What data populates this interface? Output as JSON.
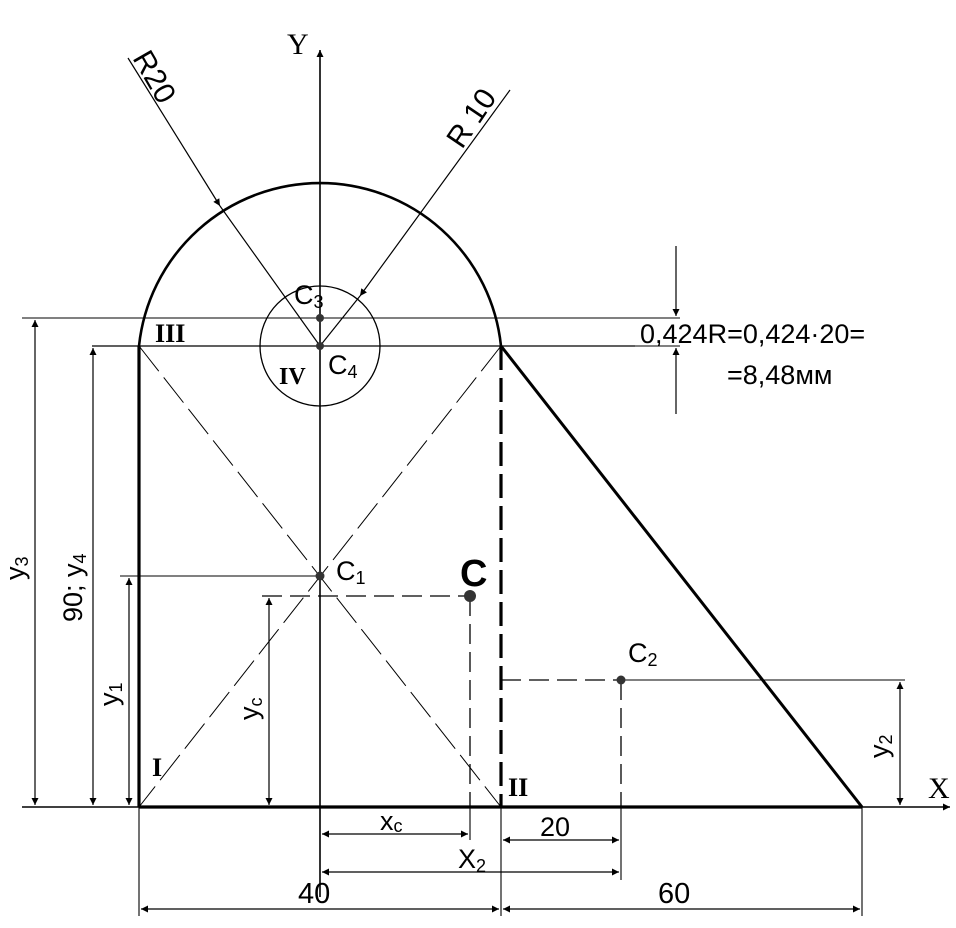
{
  "axes": {
    "x_label": "X",
    "y_label": "Y"
  },
  "callouts": {
    "r20": "R20",
    "r10": "R 10"
  },
  "points": {
    "c": "C",
    "c1": "C",
    "c1_sub": "1",
    "c2": "C",
    "c2_sub": "2",
    "c3": "C",
    "c3_sub": "3",
    "c4": "C",
    "c4_sub": "4"
  },
  "regions": {
    "r1": "I",
    "r2": "II",
    "r3": "III",
    "r4": "IV"
  },
  "dimensions": {
    "y3": "y",
    "y3_sub": "3",
    "y90": "90; y",
    "y90_sub": "4",
    "y1": "y",
    "y1_sub": "1",
    "yc": "y",
    "yc_sub": "c",
    "y2": "y",
    "y2_sub": "2",
    "xc": "x",
    "xc_sub": "c",
    "x2": "X",
    "x2_sub": "2",
    "d20": "20",
    "d40": "40",
    "d60": "60"
  },
  "note": {
    "line1": "0,424R=0,424·20=",
    "line2": "=8,48мм"
  },
  "colors": {
    "ink": "#000000",
    "point": "#333333"
  }
}
